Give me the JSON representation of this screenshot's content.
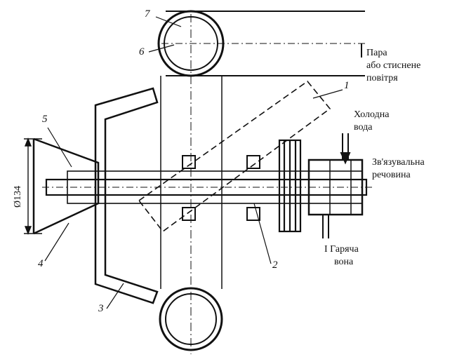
{
  "labels": {
    "steam": [
      "Пара",
      "або стиснене",
      "повітря"
    ],
    "cold_water": [
      "Холодна",
      "вода"
    ],
    "binder": [
      "Зв'язувальна",
      "речовина"
    ],
    "hot_water": [
      "I Гаряча",
      "вона"
    ]
  },
  "part_numbers": [
    "7",
    "6",
    "1",
    "5",
    "4",
    "3",
    "2"
  ],
  "dimension": "Ø134"
}
